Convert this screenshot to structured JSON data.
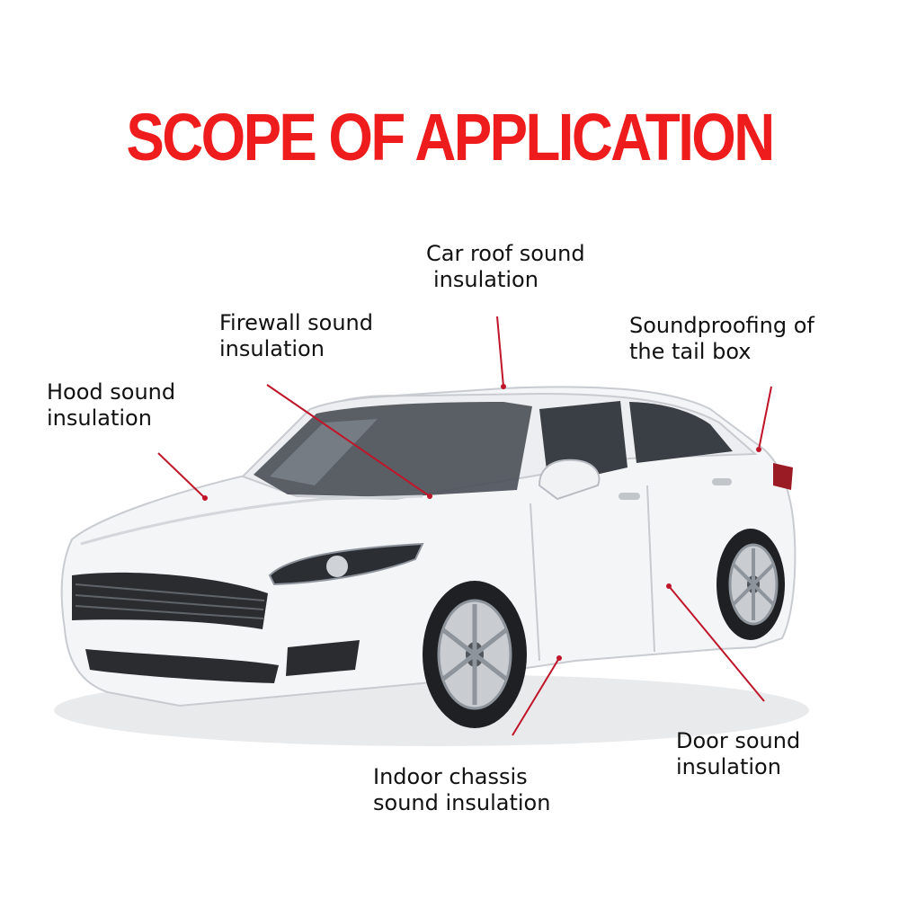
{
  "title": {
    "text": "SCOPE OF APPLICATION",
    "color": "#ee1c1c"
  },
  "callouts": {
    "roof": {
      "line1": "Car roof sound",
      "line2": "insulation"
    },
    "firewall": {
      "line1": "Firewall sound",
      "line2": "insulation"
    },
    "tail": {
      "line1": "Soundproofing of",
      "line2": "the tail box"
    },
    "hood": {
      "line1": "Hood sound",
      "line2": "insulation"
    },
    "door": {
      "line1": "Door sound",
      "line2": "insulation"
    },
    "chassis": {
      "line1": "Indoor chassis",
      "line2": "sound insulation"
    }
  },
  "colors": {
    "leader": "#c0162a",
    "car_body": "#f4f5f7",
    "glass": "#3d4249",
    "trim": "#2a2c30"
  }
}
